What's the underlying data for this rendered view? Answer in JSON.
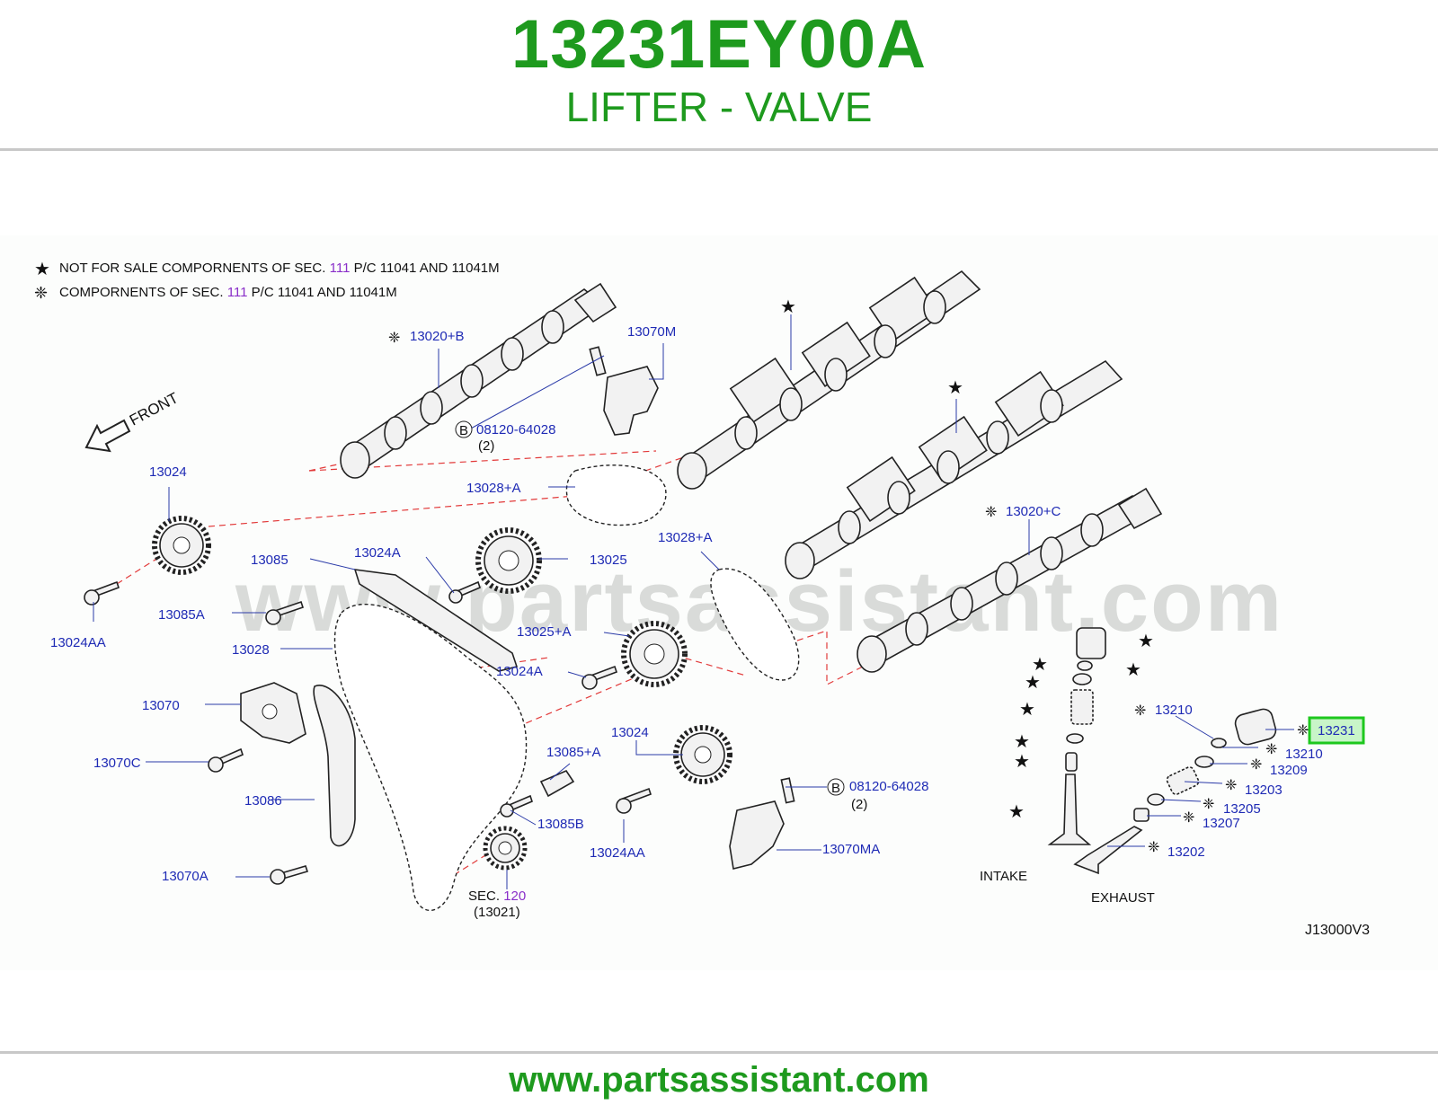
{
  "header": {
    "part_number": "13231EY00A",
    "part_name": "LIFTER - VALVE"
  },
  "legend": {
    "line1": "NOT  FOR  SALE     COMPORNENTS  OF      SEC.",
    "line1_sec": "111",
    "line1_tail": "P/C  11041  AND  11041M",
    "line2": "COMPORNENTS  OF      SEC.",
    "line2_sec": "111",
    "line2_tail": "P/C  11041  AND  11041M"
  },
  "front_label": "FRONT",
  "watermark": "www.partsassistant.com",
  "diagram_code": "J13000V3",
  "labels": {
    "p13020B": "13020+B",
    "p13070M": "13070M",
    "bolt1": "08120-64028",
    "bolt1_qty": "(2)",
    "p13024_top": "13024",
    "p13028A_1": "13028+A",
    "p13085": "13085",
    "p13024A_1": "13024A",
    "p13025": "13025",
    "p13028A_2": "13028+A",
    "p13020C": "13020+C",
    "p13085A": "13085A",
    "p13024AA_1": "13024AA",
    "p13028": "13028",
    "p13025A": "13025+A",
    "p13024A_2": "13024A",
    "p13070": "13070",
    "p13070C": "13070C",
    "p13024_mid": "13024",
    "p13085A_plus": "13085+A",
    "p13086": "13086",
    "p13085B": "13085B",
    "p13024AA_2": "13024AA",
    "bolt2": "08120-64028",
    "bolt2_qty": "(2)",
    "p13070MA": "13070MA",
    "p13070A": "13070A",
    "sec_label": "SEC.",
    "sec_num": "120",
    "sec_part": "(13021)",
    "p13210_a": "13210",
    "p13231": "13231",
    "p13210_b": "13210",
    "p13209": "13209",
    "p13203": "13203",
    "p13205": "13205",
    "p13207": "13207",
    "p13202": "13202",
    "intake": "INTAKE",
    "exhaust": "EXHAUST"
  },
  "footer": {
    "url": "www.partsassistant.com"
  },
  "colors": {
    "brand_green": "#1e9a1e",
    "label_blue": "#1f2bb5",
    "section_purple": "#8a2fc9",
    "highlight": "#1ec81e",
    "dashed_red": "#e23a3a"
  }
}
